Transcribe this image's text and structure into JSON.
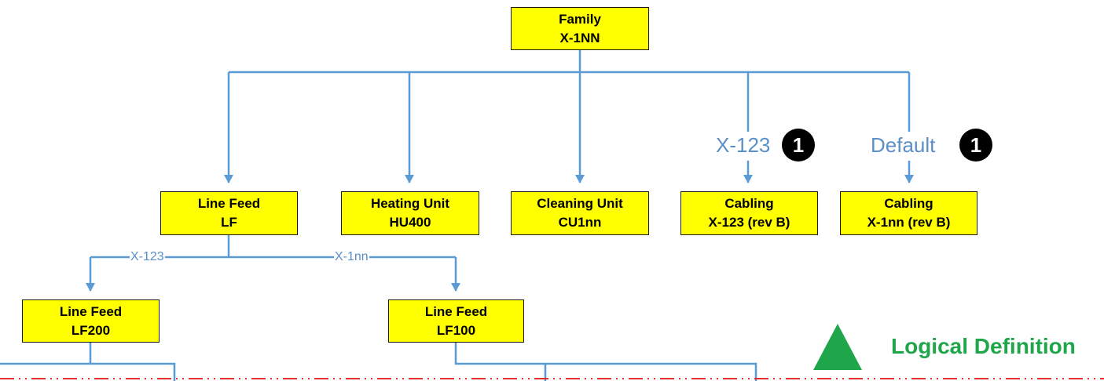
{
  "nodes": {
    "family": {
      "line1": "Family",
      "line2": "X-1NN"
    },
    "line_feed": {
      "line1": "Line Feed",
      "line2": "LF"
    },
    "heating_unit": {
      "line1": "Heating Unit",
      "line2": "HU400"
    },
    "cleaning_unit": {
      "line1": "Cleaning Unit",
      "line2": "CU1nn"
    },
    "cabling_x123": {
      "line1": "Cabling",
      "line2": "X-123 (rev B)"
    },
    "cabling_x1nn": {
      "line1": "Cabling",
      "line2": "X-1nn (rev B)"
    },
    "line_feed_lf200": {
      "line1": "Line Feed",
      "line2": "LF200"
    },
    "line_feed_lf100": {
      "line1": "Line Feed",
      "line2": "LF100"
    }
  },
  "edge_labels": {
    "cabling_condition": "X-123",
    "default_condition": "Default",
    "lf_branch_left": "X-123",
    "lf_branch_right": "X-1nn"
  },
  "badges": {
    "cabling_x123_badge": "1",
    "cabling_default_badge": "1"
  },
  "legend": {
    "label": "Logical Definition",
    "triangle_color": "#1fa64a",
    "boundary_color": "#e03030"
  },
  "colors": {
    "node_fill": "#ffff00",
    "connector": "#5b9bd5",
    "label_text": "#5b8fc6"
  }
}
